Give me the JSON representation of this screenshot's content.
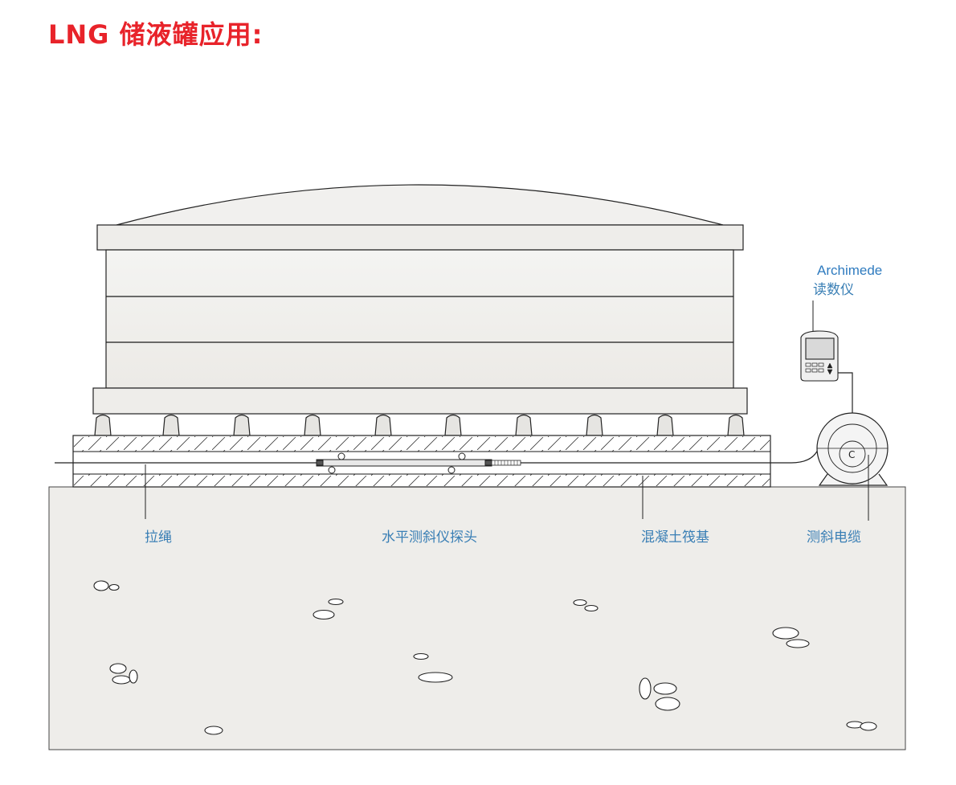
{
  "title": "LNG 储液罐应用:",
  "labels": {
    "readout_brand": "Archimede",
    "readout": "读数仪",
    "pull_rope": "拉绳",
    "probe": "水平测斜仪探头",
    "foundation": "混凝土筏基",
    "cable": "测斜电缆"
  },
  "colors": {
    "title": "#e8232a",
    "label": "#3a7fb5"
  }
}
